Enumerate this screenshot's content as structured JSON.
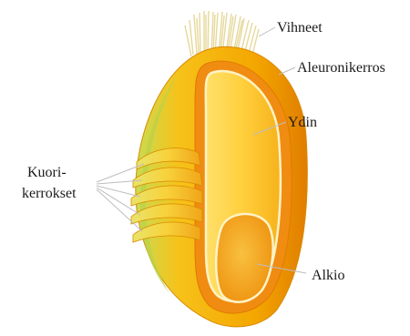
{
  "labels": {
    "vihneet": "Vihneet",
    "aleuronikerros": "Aleuronikerros",
    "ydin": "Ydin",
    "kuori_line1": "Kuori-",
    "kuori_line2": "kerrokset",
    "alkio": "Alkio"
  },
  "colors": {
    "awns": "#e9dca0",
    "husk_outer": "#f2a800",
    "husk_shadow": "#d97a00",
    "green_edge": "#b8d04a",
    "aleurone": "#f08a10",
    "endosperm": "#ffd34a",
    "embryo": "#f3a520",
    "leader_line": "#bdbdbd"
  }
}
